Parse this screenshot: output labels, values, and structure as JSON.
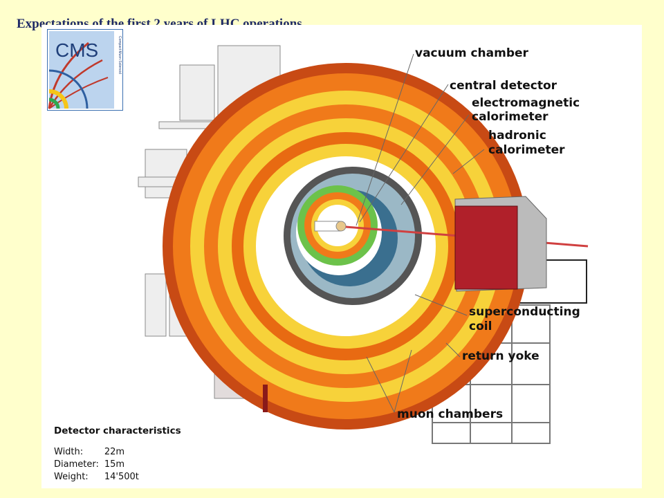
{
  "slide": {
    "title": "Expectations of the first 2 years of LHC operations",
    "background": "#ffffcc",
    "title_color": "#1f2a66"
  },
  "logo": {
    "text": "CMS",
    "subtext": "Compact Muon Solenoid"
  },
  "labels": {
    "vacuum_chamber": "vacuum chamber",
    "central_detector": "central detector",
    "em_line1": "electromagnetic",
    "em_line2": "calorimeter",
    "hadronic_line1": "hadronic",
    "hadronic_line2": "calorimeter",
    "coil_line1": "superconducting",
    "coil_line2": "coil",
    "return_yoke": "return yoke",
    "muon_chambers": "muon chambers"
  },
  "characteristics": {
    "heading": "Detector characteristics",
    "rows": [
      {
        "label": "Width:",
        "value": "22m"
      },
      {
        "label": "Diameter:",
        "value": "15m"
      },
      {
        "label": "Weight:",
        "value": "14'500t"
      }
    ]
  },
  "colors": {
    "calorimeter_orange": "#f07a1a",
    "calorimeter_yellow": "#f7d23a",
    "em_green": "#6cc24a",
    "tracker_blue": "#3a6f8f",
    "endcap_red": "#b0202a"
  }
}
